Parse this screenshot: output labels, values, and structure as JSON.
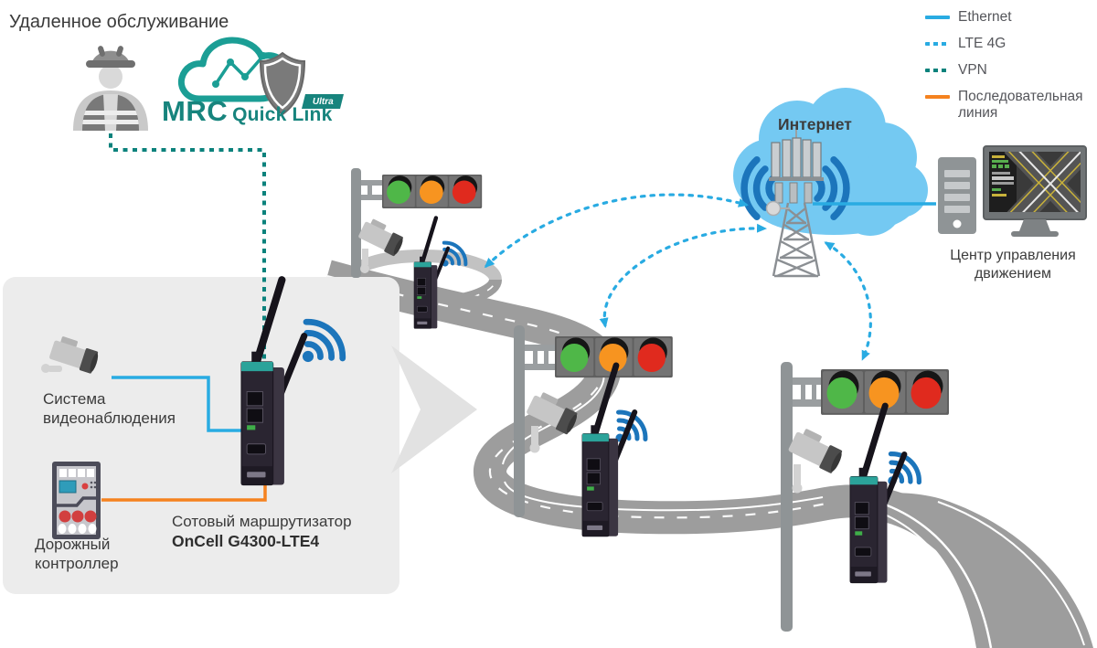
{
  "title": "Удаленное обслуживание",
  "legend": {
    "items": [
      {
        "label": "Ethernet",
        "line": "solid",
        "color": "#29abe2"
      },
      {
        "label": "LTE 4G",
        "line": "dashed",
        "color": "#29abe2"
      },
      {
        "label": "VPN",
        "line": "dashed",
        "color": "#0b827c"
      },
      {
        "label": "Последовательная линия",
        "line": "solid",
        "color": "#f5821f"
      }
    ]
  },
  "mrc_logo": {
    "brand": "MRC",
    "product": "Quick Link",
    "badge": "Ultra"
  },
  "internet": {
    "label": "Интернет"
  },
  "control_center": {
    "label": "Центр управления движением"
  },
  "site": {
    "camera_label": "Система видеонаблюдения",
    "controller_label": "Дорожный контроллер",
    "router_caption": "Сотовый маршрутизатор",
    "router_model": "OnCell G4300-LTE4"
  },
  "colors": {
    "ethernet": "#29abe2",
    "lte": "#29abe2",
    "vpn": "#0b827c",
    "serial": "#f5821f",
    "wifi": "#1c75bb",
    "cloud": "#74c9f2",
    "road": "#9d9d9d",
    "site_panel": "#ececec",
    "traffic_green": "#4fb748",
    "traffic_amber": "#f79420",
    "traffic_red": "#e02a1e",
    "brand_teal": "#17847d"
  },
  "icons": {
    "worker": "maintenance-worker",
    "logo_cloud": "mrc-cloud-shield",
    "camera": "cctv-camera",
    "traffic_light": "traffic-light",
    "router": "oncell-cellular-router",
    "wifi": "wifi-signal",
    "tower": "cell-tower",
    "internet_cloud": "internet-cloud",
    "workstation": "control-center-pc",
    "monitor": "traffic-monitor",
    "controller": "road-controller"
  }
}
